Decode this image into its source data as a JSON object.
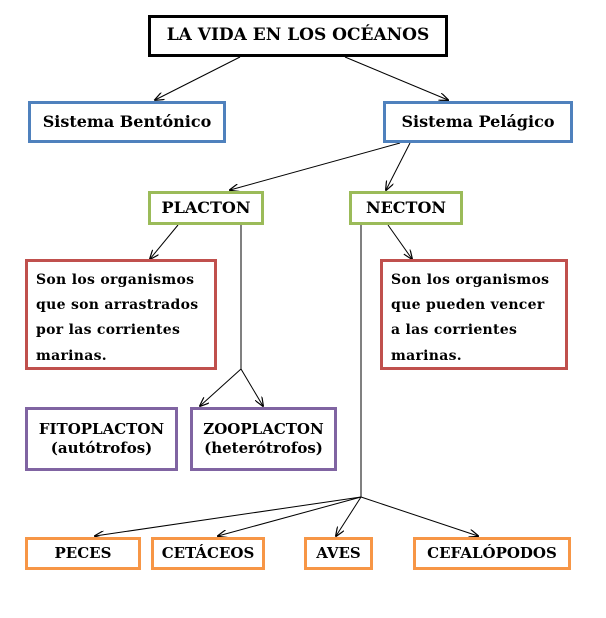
{
  "colors": {
    "root_border": "#000000",
    "system_border": "#4f81bd",
    "group_border": "#9bbb59",
    "description_border": "#c0504d",
    "plankton_type_border": "#8064a2",
    "nekton_type_border": "#f79646"
  },
  "root": {
    "label": "LA VIDA EN LOS OCÉANOS"
  },
  "systems": {
    "benthic": {
      "label": "Sistema Bentónico"
    },
    "pelagic": {
      "label": "Sistema Pelágico"
    }
  },
  "groups": {
    "plankton": {
      "label": "PLACTON",
      "description": [
        "Son los organismos",
        "que son arrastrados",
        "por las corrientes",
        "marinas."
      ],
      "types": [
        {
          "line1": "FITOPLACTON",
          "line2": "(autótrofos)"
        },
        {
          "line1": "ZOOPLACTON",
          "line2": "(heterótrofos)"
        }
      ]
    },
    "nekton": {
      "label": "NECTON",
      "description": [
        "Son los organismos",
        "que pueden vencer",
        "a las corrientes",
        "marinas."
      ],
      "types": [
        "PECES",
        "CETÁCEOS",
        "AVES",
        "CEFALÓPODOS"
      ]
    }
  }
}
